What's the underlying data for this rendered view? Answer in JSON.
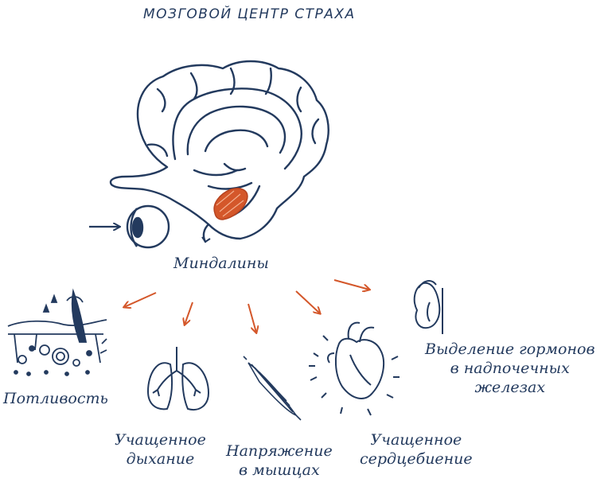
{
  "title": "МОЗГОВОЙ ЦЕНТР СТРАХА",
  "center_label": "Миндалины",
  "effects": [
    {
      "id": "sweat",
      "line1": "Потливость",
      "line2": "",
      "icon": "skin-sweat-gland-icon"
    },
    {
      "id": "breath",
      "line1": "Учащенное",
      "line2": "дыхание",
      "icon": "lungs-icon"
    },
    {
      "id": "muscle",
      "line1": "Напряжение",
      "line2": "в мышцах",
      "icon": "muscle-icon"
    },
    {
      "id": "heart",
      "line1": "Учащенное",
      "line2": "сердцебиение",
      "icon": "heart-icon"
    },
    {
      "id": "hormones",
      "line1": "Выделение гормонов",
      "line2": "в надпочечных",
      "line3": "железах",
      "icon": "adrenal-gland-icon"
    }
  ],
  "colors": {
    "ink": "#233a5e",
    "accent": "#d4572a"
  },
  "icons": {
    "brain": "brain-icon",
    "amygdala": "amygdala-icon",
    "eye": "eye-icon",
    "arrow": "arrow-icon"
  }
}
